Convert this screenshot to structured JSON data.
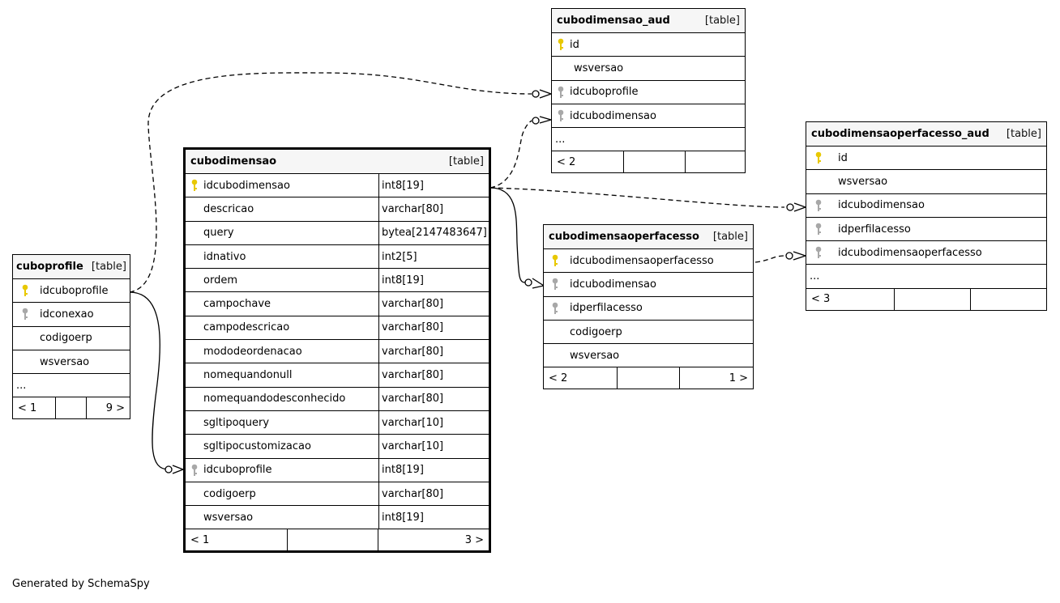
{
  "tables": {
    "cubodimensao_aud": {
      "name": "cubodimensao_aud",
      "tag": "[table]",
      "rows": [
        {
          "name": "id",
          "key": "pk"
        },
        {
          "name": "wsversao",
          "key": ""
        },
        {
          "name": "idcuboprofile",
          "key": "fk"
        },
        {
          "name": "idcubodimensao",
          "key": "fk"
        },
        {
          "name": "...",
          "key": ""
        }
      ],
      "footer": [
        "< 2",
        "",
        ""
      ]
    },
    "cubodimensaoperfacesso_aud": {
      "name": "cubodimensaoperfacesso_aud",
      "tag": "[table]",
      "rows": [
        {
          "name": "id",
          "key": "pk"
        },
        {
          "name": "wsversao",
          "key": ""
        },
        {
          "name": "idcubodimensao",
          "key": "fk"
        },
        {
          "name": "idperfilacesso",
          "key": "fk"
        },
        {
          "name": "idcubodimensaoperfacesso",
          "key": "fk"
        },
        {
          "name": "...",
          "key": ""
        }
      ],
      "footer": [
        "< 3",
        "",
        ""
      ]
    },
    "cubodimensao": {
      "name": "cubodimensao",
      "tag": "[table]",
      "rows": [
        {
          "name": "idcubodimensao",
          "type": "int8[19]",
          "key": "pk"
        },
        {
          "name": "descricao",
          "type": "varchar[80]",
          "key": ""
        },
        {
          "name": "query",
          "type": "bytea[2147483647]",
          "key": ""
        },
        {
          "name": "idnativo",
          "type": "int2[5]",
          "key": ""
        },
        {
          "name": "ordem",
          "type": "int8[19]",
          "key": ""
        },
        {
          "name": "campochave",
          "type": "varchar[80]",
          "key": ""
        },
        {
          "name": "campodescricao",
          "type": "varchar[80]",
          "key": ""
        },
        {
          "name": "mododeordenacao",
          "type": "varchar[80]",
          "key": ""
        },
        {
          "name": "nomequandonull",
          "type": "varchar[80]",
          "key": ""
        },
        {
          "name": "nomequandodesconhecido",
          "type": "varchar[80]",
          "key": ""
        },
        {
          "name": "sgltipoquery",
          "type": "varchar[10]",
          "key": ""
        },
        {
          "name": "sgltipocustomizacao",
          "type": "varchar[10]",
          "key": ""
        },
        {
          "name": "idcuboprofile",
          "type": "int8[19]",
          "key": "fk"
        },
        {
          "name": "codigoerp",
          "type": "varchar[80]",
          "key": ""
        },
        {
          "name": "wsversao",
          "type": "int8[19]",
          "key": ""
        }
      ],
      "footer": [
        "< 1",
        "",
        "3 >"
      ]
    },
    "cubodimensaoperfacesso": {
      "name": "cubodimensaoperfacesso",
      "tag": "[table]",
      "rows": [
        {
          "name": "idcubodimensaoperfacesso",
          "key": "pk"
        },
        {
          "name": "idcubodimensao",
          "key": "fk"
        },
        {
          "name": "idperfilacesso",
          "key": "fk"
        },
        {
          "name": "codigoerp",
          "key": ""
        },
        {
          "name": "wsversao",
          "key": ""
        }
      ],
      "footer": [
        "< 2",
        "",
        "1 >"
      ]
    },
    "cuboprofile": {
      "name": "cuboprofile",
      "tag": "[table]",
      "rows": [
        {
          "name": "idcuboprofile",
          "key": "pk"
        },
        {
          "name": "idconexao",
          "key": "fk"
        },
        {
          "name": "codigoerp",
          "key": ""
        },
        {
          "name": "wsversao",
          "key": ""
        },
        {
          "name": "...",
          "key": ""
        }
      ],
      "footer": [
        "< 1",
        "",
        "9 >"
      ]
    }
  },
  "colors": {
    "pk_key": "#e8c800",
    "fk_key": "#a8a8a8",
    "header_bg": "#f6f6f6"
  },
  "credit": "Generated by SchemaSpy"
}
